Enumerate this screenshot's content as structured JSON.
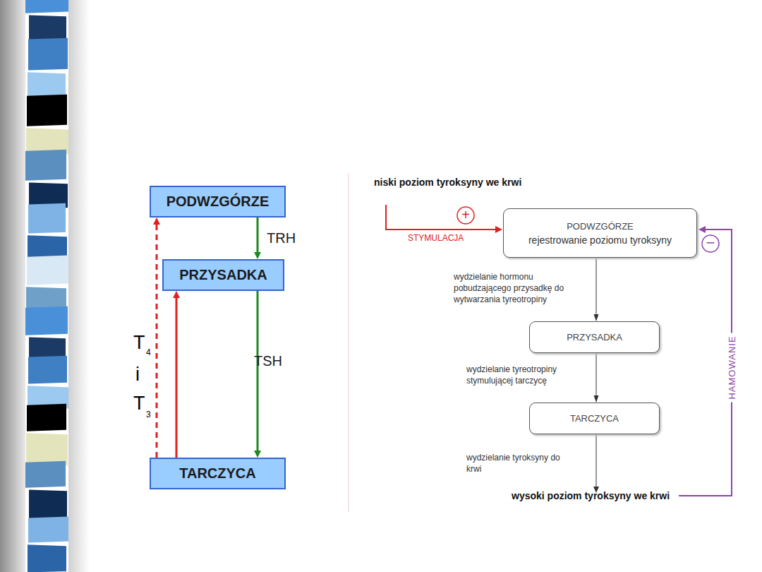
{
  "diagram": {
    "nodes": [
      {
        "text": [
          "PODWZGÓRZE"
        ]
      },
      {
        "text": [
          "PRZYSADKA"
        ]
      },
      {
        "text": [
          "TARCZYCA"
        ]
      },
      {
        "text": [
          "PODWZGÓRZE",
          "rejestrowanie poziomu tyroksyny"
        ]
      },
      {
        "text": [
          "PRZYSADKA"
        ]
      },
      {
        "text": [
          "TARCZYCA"
        ]
      }
    ],
    "edges": [
      {
        "from": 0,
        "to": 1,
        "label": "TRH",
        "arrow": "to"
      },
      {
        "from": 1,
        "to": 2,
        "label": "TSH",
        "arrow": "to"
      },
      {
        "from": 2,
        "to": 1,
        "arrow": "to"
      },
      {
        "from": 2,
        "to": 0,
        "arrow": "to"
      },
      {
        "from": 3,
        "to": 4,
        "label": "wydzielanie hormonu pobudzającego przysadkę do wytwarzania tyreotropiny",
        "arrow": "to"
      },
      {
        "from": 4,
        "to": 5,
        "label": "wydzielanie tyreotropiny stymulującej tarczycę",
        "arrow": "to"
      }
    ],
    "labels": [
      "T",
      "4",
      "i",
      "T",
      "3",
      "niski poziom tyroksyny we krwi",
      "+",
      "STYMULACJA",
      "−",
      "HAMOWANIE",
      "wydzielanie tyroksyny do krwi",
      "wysoki poziom tyroksyny we krwi"
    ]
  }
}
